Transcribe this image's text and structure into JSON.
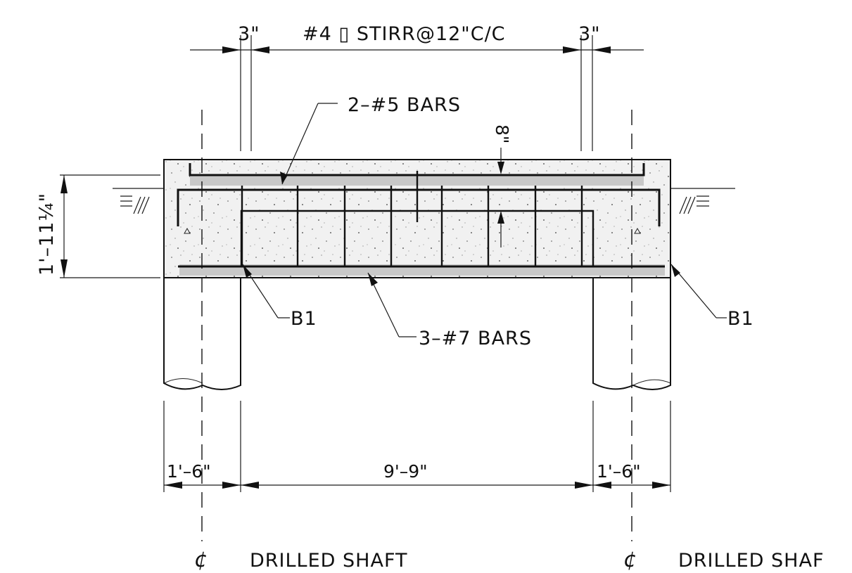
{
  "labels": {
    "stirrup_callout": "#4 ▯ STIRR@12\"C/C",
    "top_cover_left": "3\"",
    "top_cover_right": "3\"",
    "top_bars": "2–#5 BARS",
    "bottom_bars": "3–#7 BARS",
    "bar_mark_left": "B1",
    "bar_mark_right": "B1",
    "depth_dim": "1'–11¼\"",
    "cover_dim": "8\"",
    "dim_left": "1'–6\"",
    "dim_center": "9'–9\"",
    "dim_right": "1'–6\"",
    "centerline_symbol_left": "¢",
    "centerline_symbol_right": "¢",
    "shaft_label_left": "DRILLED SHAFT",
    "shaft_label_right": "DRILLED SHAF"
  },
  "colors": {
    "ink": "#111111",
    "concrete_fill": "#e6e6e6",
    "bar_band": "#bdbdbd"
  }
}
